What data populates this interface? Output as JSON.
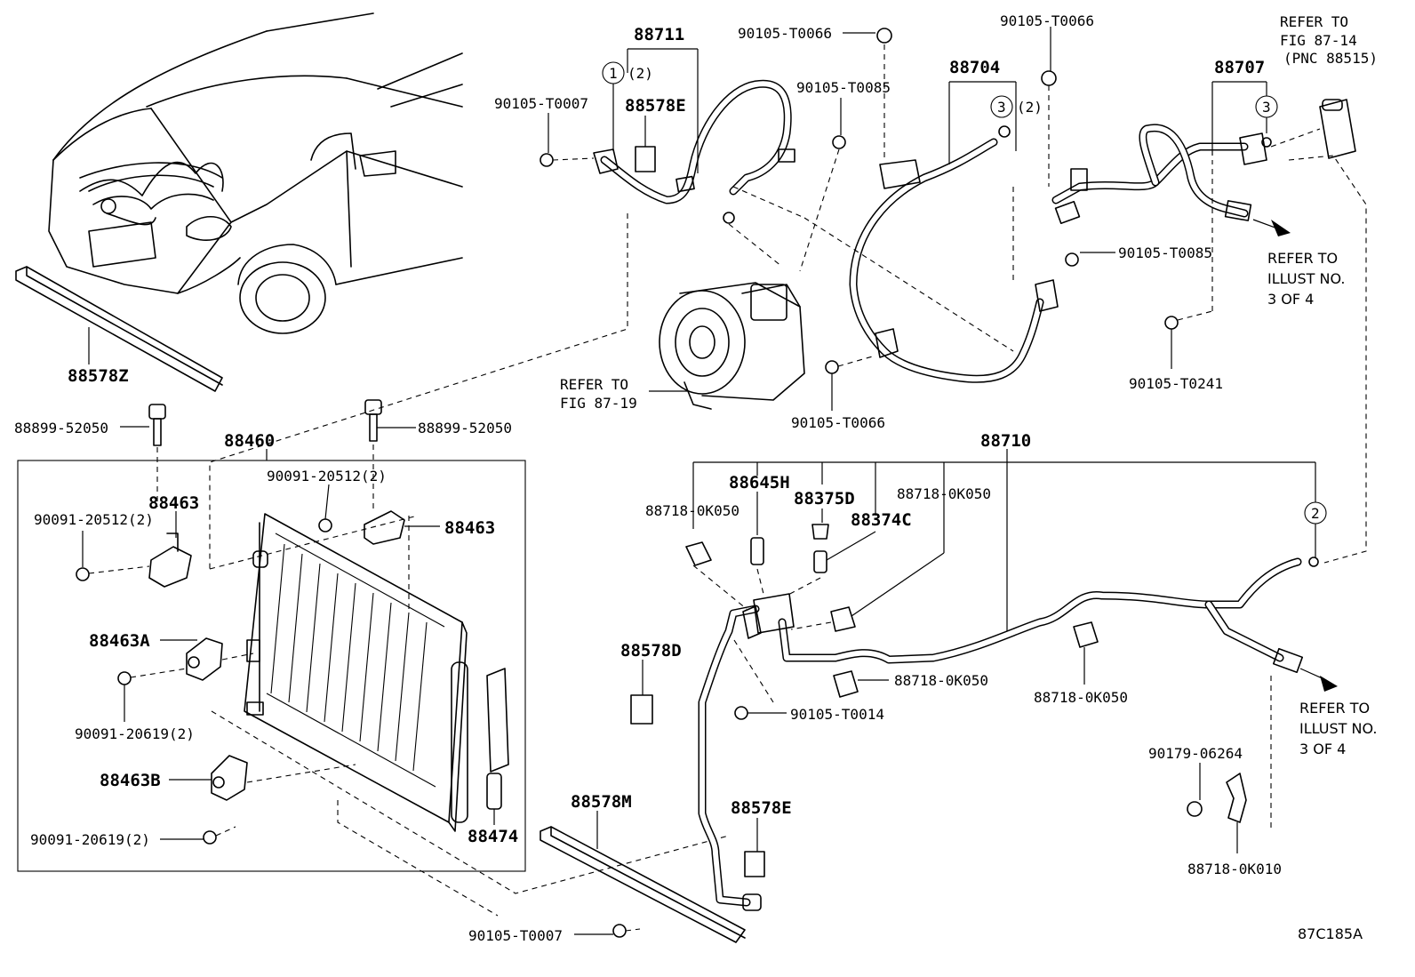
{
  "diagram_id": "87C185A",
  "parts": {
    "p88711": "88711",
    "p88578E_top": "88578E",
    "p90105T0007_top": "90105-T0007",
    "p90105T0066_a": "90105-T0066",
    "p90105T0085_a": "90105-T0085",
    "p88704": "88704",
    "p90105T0066_b": "90105-T0066",
    "p88707": "88707",
    "p90105T0085_b": "90105-T0085",
    "p90105T0241": "90105-T0241",
    "p90105T0066_c": "90105-T0066",
    "p88578Z": "88578Z",
    "p88899_left": "88899-52050",
    "p88899_right": "88899-52050",
    "p88460": "88460",
    "p90091_20512_top": "90091-20512(2)",
    "p88463_left": "88463",
    "p90091_20512_left": "90091-20512(2)",
    "p88463_right": "88463",
    "p88463A": "88463A",
    "p90091_20619_a": "90091-20619(2)",
    "p88463B": "88463B",
    "p90091_20619_b": "90091-20619(2)",
    "p88474": "88474",
    "p88710": "88710",
    "p88645H": "88645H",
    "p88375D": "88375D",
    "p88374C": "88374C",
    "p88718_0K050_a": "88718-0K050",
    "p88718_0K050_b": "88718-0K050",
    "p88718_0K050_c": "88718-0K050",
    "p88718_0K050_d": "88718-0K050",
    "p88578D": "88578D",
    "p90105T0014": "90105-T0014",
    "p88578M": "88578M",
    "p88578E_bottom": "88578E",
    "p90105T0007_bottom": "90105-T0007",
    "p90179_06264": "90179-06264",
    "p88718_0K010": "88718-0K010"
  },
  "callouts": {
    "c1": "1",
    "c1_qty": "(2)",
    "c2": "2",
    "c3a": "3",
    "c3a_qty": "(2)",
    "c3b": "3"
  },
  "references": {
    "fig87_14_l1": "REFER TO",
    "fig87_14_l2": "FIG 87-14",
    "fig87_14_l3": "(PNC 88515)",
    "fig87_19_l1": "REFER TO",
    "fig87_19_l2": "FIG 87-19",
    "illust_top_l1": "REFER TO",
    "illust_top_l2": "ILLUST NO.",
    "illust_top_l3": "3 OF 4",
    "illust_bottom_l1": "REFER TO",
    "illust_bottom_l2": "ILLUST NO.",
    "illust_bottom_l3": "3 OF 4"
  }
}
